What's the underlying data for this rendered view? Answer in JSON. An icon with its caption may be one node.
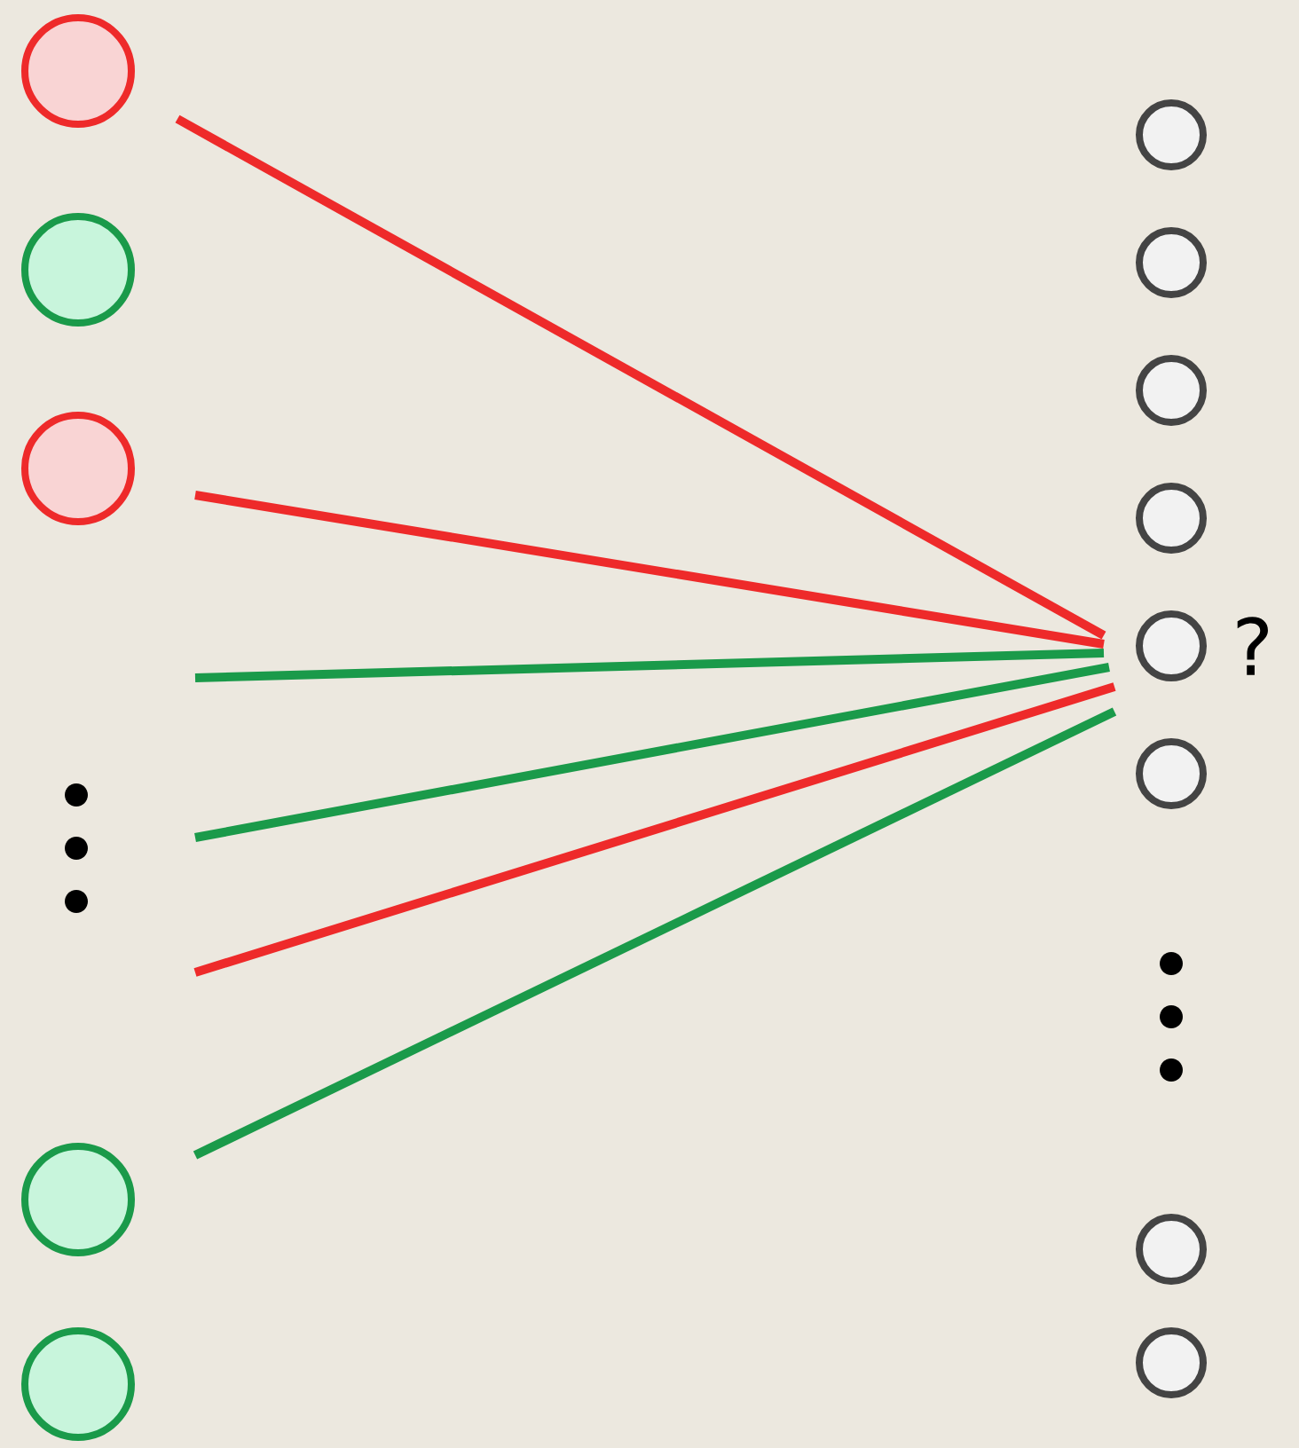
{
  "diagram": {
    "nodes": [
      {
        "text": [],
        "shape": "circle"
      },
      {
        "text": [],
        "shape": "circle"
      },
      {
        "text": [],
        "shape": "circle"
      },
      {
        "text": [],
        "shape": "circle"
      },
      {
        "text": [],
        "shape": "circle"
      },
      {
        "text": [],
        "shape": "circle"
      },
      {
        "text": [],
        "shape": "circle"
      },
      {
        "text": [],
        "shape": "circle"
      },
      {
        "text": [],
        "shape": "circle"
      },
      {
        "text": [],
        "shape": "circle",
        "beside": [
          "?"
        ]
      },
      {
        "text": [],
        "shape": "circle"
      },
      {
        "text": [],
        "shape": "circle"
      },
      {
        "text": [],
        "shape": "circle"
      }
    ],
    "edges": [
      {
        "from": null,
        "to": 9,
        "arrow": "none",
        "color": "#ee2a2a"
      },
      {
        "from": null,
        "to": 9,
        "arrow": "none",
        "color": "#ee2a2a"
      },
      {
        "from": null,
        "to": 9,
        "arrow": "none",
        "color": "#1a9a4a"
      },
      {
        "from": null,
        "to": 9,
        "arrow": "none",
        "color": "#1a9a4a"
      },
      {
        "from": null,
        "to": 9,
        "arrow": "none",
        "color": "#ee2a2a"
      },
      {
        "from": null,
        "to": 9,
        "arrow": "none",
        "color": "#1a9a4a"
      }
    ]
  }
}
